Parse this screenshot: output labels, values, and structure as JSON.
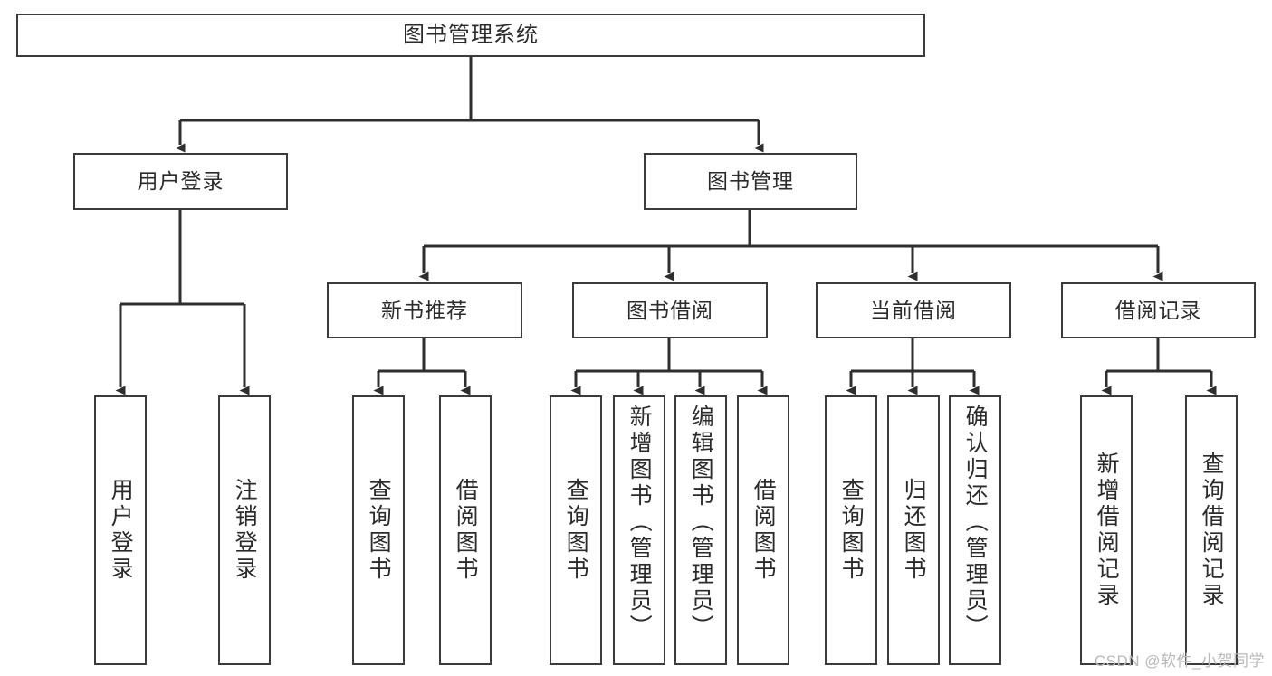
{
  "diagram": {
    "title": "图书管理系统",
    "type": "tree-hierarchy",
    "root": {
      "label": "图书管理系统"
    },
    "level2": [
      {
        "label": "用户登录"
      },
      {
        "label": "图书管理"
      }
    ],
    "level3": [
      {
        "label": "新书推荐"
      },
      {
        "label": "图书借阅"
      },
      {
        "label": "当前借阅"
      },
      {
        "label": "借阅记录"
      }
    ],
    "leaves": {
      "user_login": [
        {
          "label": "用户登录"
        },
        {
          "label": "注销登录"
        }
      ],
      "new_book_recommend": [
        {
          "label": "查询图书"
        },
        {
          "label": "借阅图书"
        }
      ],
      "book_borrow": [
        {
          "label": "查询图书"
        },
        {
          "label": "新增图书（管理员）"
        },
        {
          "label": "编辑图书（管理员）"
        },
        {
          "label": "借阅图书"
        }
      ],
      "current_borrow": [
        {
          "label": "查询图书"
        },
        {
          "label": "归还图书"
        },
        {
          "label": "确认归还（管理员）"
        }
      ],
      "borrow_record": [
        {
          "label": "新增借阅记录"
        },
        {
          "label": "查询借阅记录"
        }
      ]
    }
  },
  "watermark": {
    "text": "CSDN @软件_小贺同学"
  },
  "colors": {
    "stroke": "#3b3b3b",
    "text": "#2b2b2b",
    "background": "#ffffff",
    "watermark": "#b9b9b9"
  }
}
